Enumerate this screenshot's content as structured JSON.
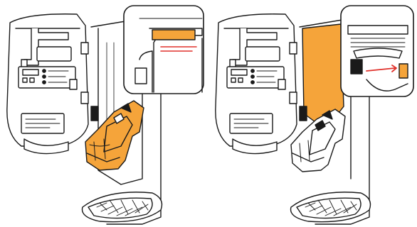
{
  "figure": {
    "panels": [
      {
        "id": "step-1",
        "highlight": "brew-unit"
      },
      {
        "id": "step-2",
        "highlight": "interior-chamber"
      }
    ],
    "colors": {
      "highlight": "#f5a43a",
      "arrow": "#e0312b",
      "outline": "#1a1a1a",
      "device_fill": "#ffffff",
      "shadow": "#d9d9d9"
    },
    "icons": [
      "brew-unit-icon",
      "red-arrow-icon",
      "zoom-callout-icon",
      "drip-tray-icon"
    ]
  }
}
